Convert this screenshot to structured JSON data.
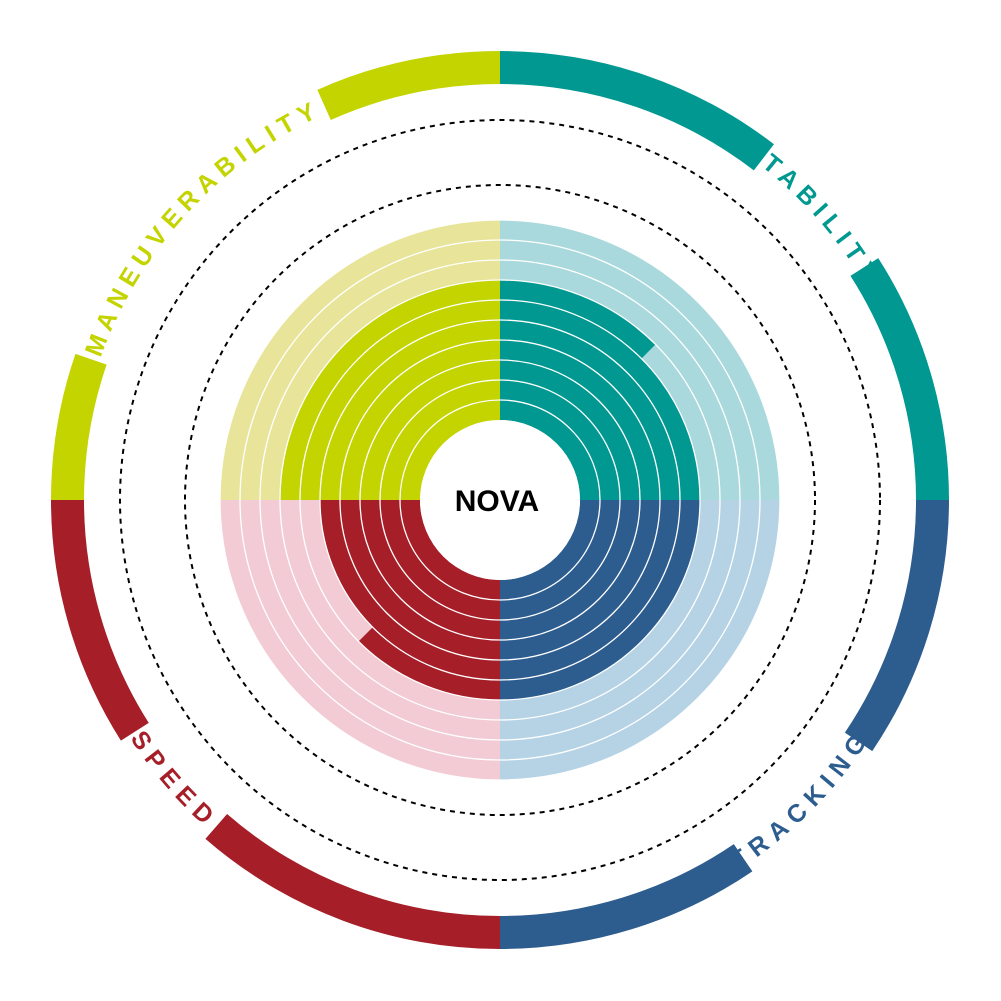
{
  "chart_data": {
    "type": "radial-bar",
    "title": "NOVA",
    "max": 10,
    "categories": [
      {
        "name": "STABILITY",
        "value": 6.5,
        "color": "#009891",
        "light": "#a9d9dc"
      },
      {
        "name": "TRACKING",
        "value": 6,
        "color": "#2d5c8f",
        "light": "#b5d3e5"
      },
      {
        "name": "SPEED",
        "value": 5.5,
        "color": "#a51e28",
        "light": "#f2cbd4"
      },
      {
        "name": "MANEUVERABILITY",
        "value": 7,
        "color": "#c3d400",
        "light": "#e8e49a"
      }
    ]
  }
}
